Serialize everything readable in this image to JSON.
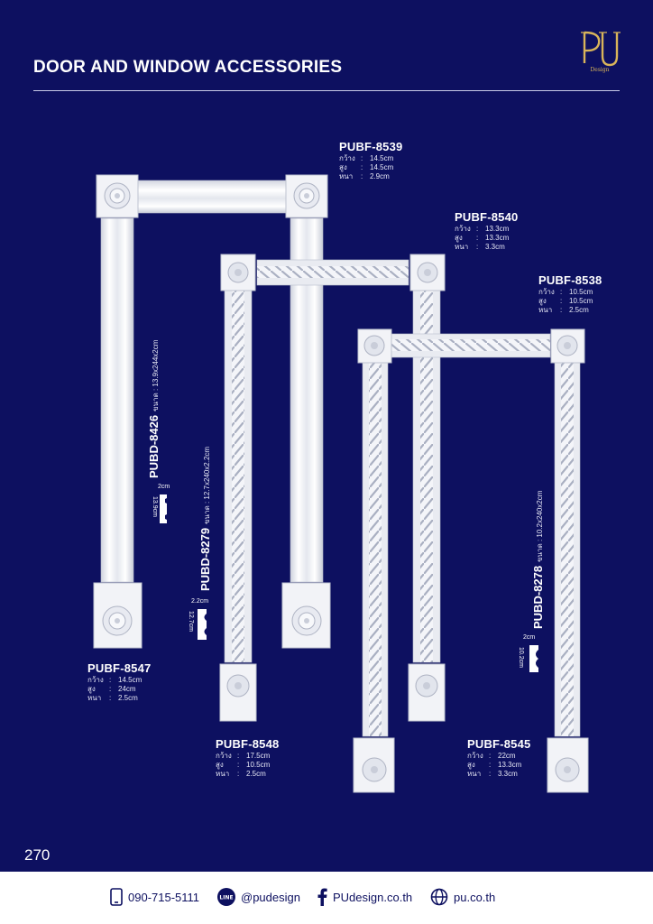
{
  "header": {
    "title": "DOOR AND WINDOW ACCESSORIES"
  },
  "logo": {
    "letters": "PU",
    "sub": "Design",
    "color": "#d8b45a"
  },
  "colors": {
    "background": "#0d1060",
    "text": "#ffffff",
    "footer_text": "#0d1060"
  },
  "specs": [
    {
      "code": "PUBF-8539",
      "rows": [
        {
          "k": "กว้าง",
          "v": "14.5cm"
        },
        {
          "k": "สูง",
          "v": "14.5cm"
        },
        {
          "k": "หนา",
          "v": "2.9cm"
        }
      ]
    },
    {
      "code": "PUBF-8540",
      "rows": [
        {
          "k": "กว้าง",
          "v": "13.3cm"
        },
        {
          "k": "สูง",
          "v": "13.3cm"
        },
        {
          "k": "หนา",
          "v": "3.3cm"
        }
      ]
    },
    {
      "code": "PUBF-8538",
      "rows": [
        {
          "k": "กว้าง",
          "v": "10.5cm"
        },
        {
          "k": "สูง",
          "v": "10.5cm"
        },
        {
          "k": "หนา",
          "v": "2.5cm"
        }
      ]
    },
    {
      "code": "PUBF-8547",
      "rows": [
        {
          "k": "กว้าง",
          "v": "14.5cm"
        },
        {
          "k": "สูง",
          "v": "24cm"
        },
        {
          "k": "หนา",
          "v": "2.5cm"
        }
      ]
    },
    {
      "code": "PUBF-8548",
      "rows": [
        {
          "k": "กว้าง",
          "v": "17.5cm"
        },
        {
          "k": "สูง",
          "v": "10.5cm"
        },
        {
          "k": "หนา",
          "v": "2.5cm"
        }
      ]
    },
    {
      "code": "PUBF-8545",
      "rows": [
        {
          "k": "กว้าง",
          "v": "22cm"
        },
        {
          "k": "สูง",
          "v": "13.3cm"
        },
        {
          "k": "หนา",
          "v": "3.3cm"
        }
      ]
    }
  ],
  "vertical_labels": [
    {
      "code": "PUBD-8426",
      "size": "ขนาด : 13.9x244x2cm"
    },
    {
      "code": "PUBD-8279",
      "size": "ขนาด : 12.7x240x2.2cm"
    },
    {
      "code": "PUBD-8278",
      "size": "ขนาด : 10.2x240x2cm"
    }
  ],
  "profiles": [
    {
      "width": "2cm",
      "height": "13.9cm"
    },
    {
      "width": "2.2cm",
      "height": "12.7cm"
    },
    {
      "width": "2cm",
      "height": "10.2cm"
    }
  ],
  "page_number": "270",
  "footer": {
    "phone": "090-715-5111",
    "line_badge": "LINE",
    "line": "@pudesign",
    "facebook": "PUdesign.co.th",
    "website": "pu.co.th"
  }
}
